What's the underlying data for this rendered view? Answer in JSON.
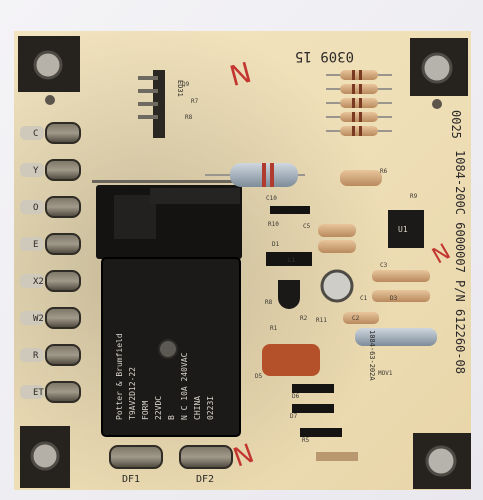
{
  "board": {
    "date_code": "0309 15",
    "vertical_part_label": "1084-200C 6000007 P/N 612260-08",
    "side_code": "0025",
    "relay_lines": [
      "Potter & Brumfield",
      "T9AV2D12-22",
      "FORM",
      "22VDC",
      "B",
      "N C 10A 240VAC",
      "CHINA",
      "0223I"
    ],
    "terminal_labels": [
      "C",
      "Y",
      "O",
      "E",
      "X2",
      "W2",
      "R",
      "ET"
    ],
    "bottom_terminals": [
      "DF1",
      "DF2"
    ],
    "connector_text": "ED31",
    "chip_text": "U1",
    "side_text_small": "1084-63-202A",
    "small_refs": [
      "Q9",
      "R7",
      "R8",
      "C10",
      "R10",
      "C5",
      "D1",
      "L1",
      "R8",
      "C3",
      "D3",
      "R11",
      "C2",
      "D5",
      "D6",
      "D7",
      "R5",
      "MOV1",
      "R1",
      "R2",
      "R9",
      "R6",
      "C1"
    ],
    "marker_marks": [
      "N",
      "N",
      "N"
    ]
  }
}
